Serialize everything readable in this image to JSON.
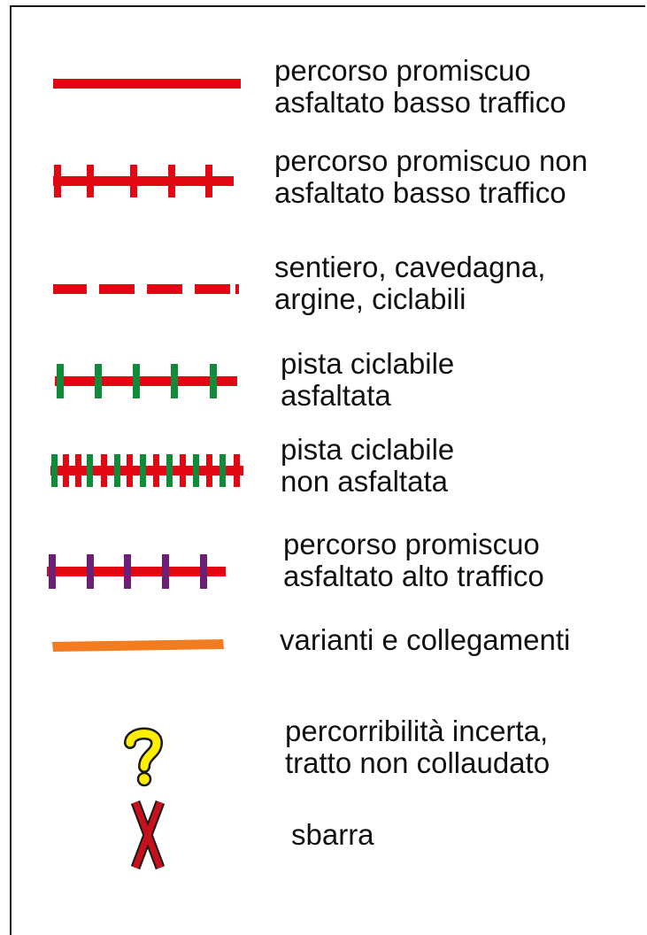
{
  "legend": {
    "colors": {
      "red": "#e30613",
      "green": "#118a3a",
      "purple": "#6b2076",
      "orange": "#f47c20",
      "yellow": "#ffee00",
      "dark_red": "#a00a10"
    },
    "items": [
      {
        "symbol": "solid-red-line",
        "lines": [
          "percorso promiscuo",
          "asfaltato basso traffico"
        ]
      },
      {
        "symbol": "red-line-red-ticks",
        "lines": [
          "percorso promiscuo non",
          "asfaltato basso traffico"
        ]
      },
      {
        "symbol": "dashed-red-line",
        "lines": [
          "sentiero, cavedagna,",
          "argine, ciclabili"
        ]
      },
      {
        "symbol": "red-line-green-ticks",
        "lines": [
          "pista ciclabile",
          "asfaltata"
        ]
      },
      {
        "symbol": "red-line-dense-green-ticks",
        "lines": [
          "pista ciclabile",
          "non asfaltata"
        ]
      },
      {
        "symbol": "red-line-purple-ticks",
        "lines": [
          "percorso promiscuo",
          "asfaltato alto traffico"
        ]
      },
      {
        "symbol": "solid-orange-line",
        "lines": [
          "varianti e collegamenti"
        ]
      },
      {
        "symbol": "question-mark-icon",
        "lines": [
          "percorribilità incerta,",
          "tratto non collaudato"
        ]
      },
      {
        "symbol": "barrier-x-icon",
        "lines": [
          "sbarra"
        ]
      }
    ]
  }
}
